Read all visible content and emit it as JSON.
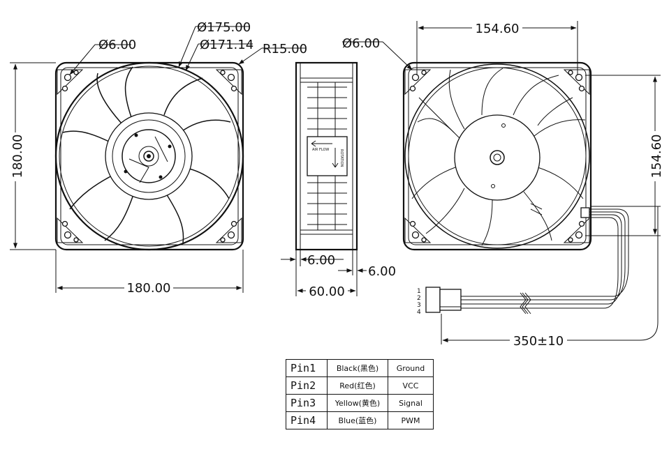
{
  "front_view": {
    "dim_outer_diameter": "Ø175.00",
    "dim_inner_diameter": "Ø171.14",
    "dim_corner_radius": "R15.00",
    "dim_hole_diameter": "Ø6.00",
    "dim_height": "180.00",
    "dim_width": "180.00"
  },
  "side_view": {
    "dim_flange_left": "6.00",
    "dim_flange_right": "6.00",
    "dim_depth": "60.00",
    "airflow_label": "AIR FLOW",
    "rotation_label": "ROTATION"
  },
  "rear_view": {
    "dim_hole_diameter": "Ø6.00",
    "dim_hole_spacing_h": "154.60",
    "dim_hole_spacing_v": "154.60",
    "dim_cable_length": "350±10",
    "connector_pins": [
      "1",
      "2",
      "3",
      "4"
    ]
  },
  "pin_table": {
    "rows": [
      {
        "pin": "Pin1",
        "color": "Black(黑色)",
        "signal": "Ground"
      },
      {
        "pin": "Pin2",
        "color": "Red(红色)",
        "signal": "VCC"
      },
      {
        "pin": "Pin3",
        "color": "Yellow(黄色)",
        "signal": "Signal"
      },
      {
        "pin": "Pin4",
        "color": "Blue(蓝色)",
        "signal": "PWM"
      }
    ]
  }
}
